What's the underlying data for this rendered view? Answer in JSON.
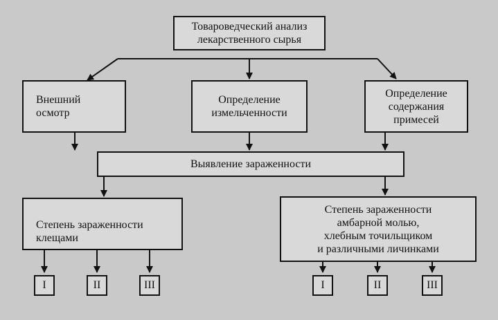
{
  "diagram": {
    "root": "Товароведческий анализ\nлекарственного сырья",
    "branches": [
      "Внешний\nосмотр",
      "Определение\nизмельченности",
      "Определение\nсодержания\nпримесей"
    ],
    "infestation": "Выявление зараженности",
    "degree_mites": "Степень зараженности\nклещами",
    "degree_pests": "Степень зараженности\nамбарной молью,\nхлебным точильщиком\nи различными личинками",
    "levels": [
      "I",
      "II",
      "III"
    ]
  }
}
